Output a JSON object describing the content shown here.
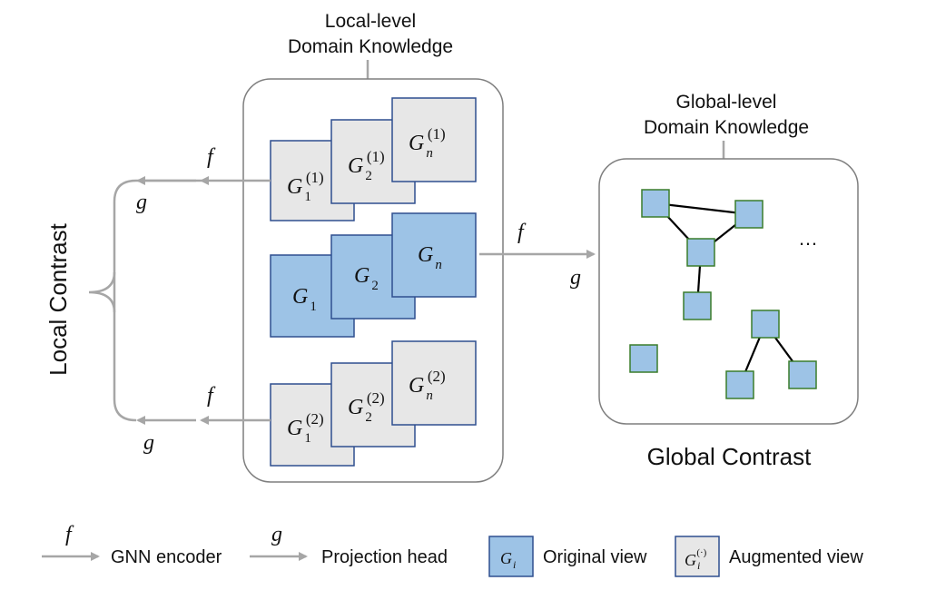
{
  "local_knowledge": {
    "line1": "Local-level",
    "line2": "Domain Knowledge"
  },
  "global_knowledge": {
    "line1": "Global-level",
    "line2": "Domain Knowledge"
  },
  "local_contrast_label": "Local Contrast",
  "global_contrast_label": "Global Contrast",
  "arrow_labels": {
    "f": "f",
    "g": "g"
  },
  "aug1_graphs": [
    {
      "base": "G",
      "sub": "1",
      "sup": "(1)"
    },
    {
      "base": "G",
      "sub": "2",
      "sup": "(1)"
    },
    {
      "base": "G",
      "sub": "n",
      "sup": "(1)"
    }
  ],
  "orig_graphs": [
    {
      "base": "G",
      "sub": "1"
    },
    {
      "base": "G",
      "sub": "2"
    },
    {
      "base": "G",
      "sub": "n"
    }
  ],
  "aug2_graphs": [
    {
      "base": "G",
      "sub": "1",
      "sup": "(2)"
    },
    {
      "base": "G",
      "sub": "2",
      "sup": "(2)"
    },
    {
      "base": "G",
      "sub": "n",
      "sup": "(2)"
    }
  ],
  "ellipsis": "…",
  "legend": {
    "f_symbol": "f",
    "f_text": "GNN encoder",
    "g_symbol": "g",
    "g_text": "Projection head",
    "orig_symbol": {
      "base": "G",
      "sub": "i"
    },
    "orig_text": "Original view",
    "aug_symbol": {
      "base": "G",
      "sub": "i",
      "sup": "(·)"
    },
    "aug_text": "Augmented view"
  },
  "colors": {
    "blue_fill": "#9dc3e6",
    "blue_stroke": "#2f4f8f",
    "gray_fill": "#e7e7e7",
    "node_stroke": "#3a7d2c",
    "arrow": "#a6a6a6",
    "panel_stroke": "#7f7f7f"
  }
}
